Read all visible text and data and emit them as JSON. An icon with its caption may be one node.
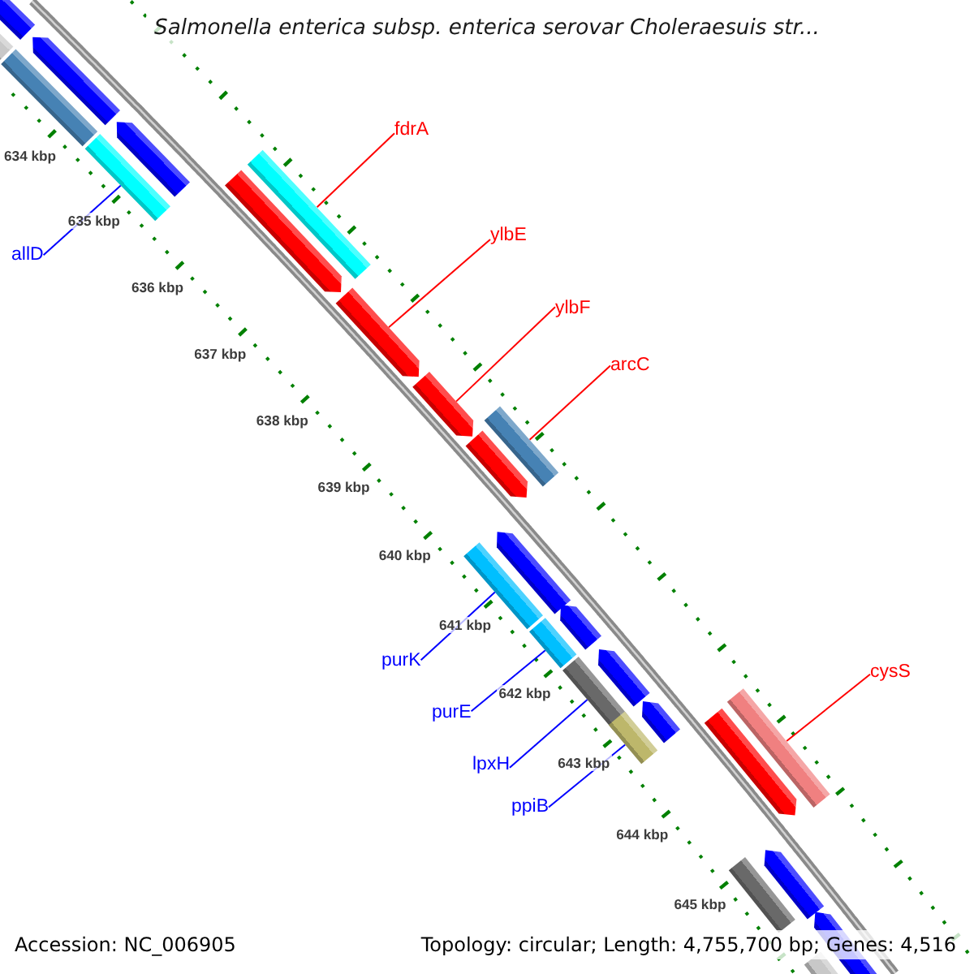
{
  "diagram": {
    "title": "Salmonella enterica subsp. enterica serovar Choleraesuis str...",
    "nodes": [
      {
        "text": [
          "fdrA"
        ]
      },
      {
        "text": [
          "ylbE"
        ]
      },
      {
        "text": [
          "allD"
        ]
      },
      {
        "text": [
          "ylbF"
        ]
      },
      {
        "text": [
          "arcC"
        ]
      },
      {
        "text": [
          "purK"
        ]
      },
      {
        "text": [
          "cysS"
        ]
      },
      {
        "text": [
          "purE"
        ]
      },
      {
        "text": [
          "lpxH"
        ]
      },
      {
        "text": [
          "ppiB"
        ]
      },
      {
        "text": [],
        "shape": "arrow"
      },
      {
        "text": [],
        "shape": "bar"
      },
      {
        "text": [],
        "shape": "bar"
      },
      {
        "text": [],
        "shape": "arrow"
      },
      {
        "text": [],
        "shape": "bar"
      },
      {
        "text": [],
        "shape": "arrow"
      },
      {
        "text": [],
        "shape": "arrow"
      },
      {
        "text": [],
        "shape": "bar"
      },
      {
        "text": [],
        "shape": "arrow"
      },
      {
        "text": [],
        "shape": "arrow"
      },
      {
        "text": [],
        "shape": "bar"
      },
      {
        "text": [],
        "shape": "arrow"
      },
      {
        "text": [],
        "shape": "bar"
      },
      {
        "text": [],
        "shape": "arrow"
      },
      {
        "text": [],
        "shape": "bar"
      },
      {
        "text": [],
        "shape": "arrow"
      },
      {
        "text": [],
        "shape": "bar"
      },
      {
        "text": [],
        "shape": "arrow"
      },
      {
        "text": [],
        "shape": "bar"
      },
      {
        "text": [],
        "shape": "arrow"
      },
      {
        "text": [],
        "shape": "arrow"
      },
      {
        "text": [],
        "shape": "bar"
      },
      {
        "text": [],
        "shape": "bar"
      },
      {
        "text": [],
        "shape": "arrow"
      },
      {
        "text": [],
        "shape": "arrow"
      },
      {
        "text": [],
        "shape": "bar"
      }
    ],
    "edges": [
      {
        "from": 0,
        "to": 17,
        "arrow": "none",
        "color": "#ff0000"
      },
      {
        "from": 1,
        "to": 18,
        "arrow": "none",
        "color": "#ff0000"
      },
      {
        "from": 2,
        "to": 14,
        "arrow": "none",
        "color": "#0000ff"
      },
      {
        "from": 3,
        "to": 19,
        "arrow": "none",
        "color": "#ff0000"
      },
      {
        "from": 4,
        "to": 20,
        "arrow": "none",
        "color": "#ff0000"
      },
      {
        "from": 5,
        "to": 22,
        "arrow": "none",
        "color": "#0000ff"
      },
      {
        "from": 6,
        "to": 31,
        "arrow": "none",
        "color": "#ff0000"
      },
      {
        "from": 7,
        "to": 24,
        "arrow": "none",
        "color": "#0000ff"
      },
      {
        "from": 8,
        "to": 26,
        "arrow": "none",
        "color": "#0000ff"
      },
      {
        "from": 9,
        "to": 28,
        "arrow": "none",
        "color": "#0000ff"
      }
    ],
    "labels": [
      "634 kbp",
      "635 kbp",
      "636 kbp",
      "637 kbp",
      "638 kbp",
      "639 kbp",
      "640 kbp",
      "641 kbp",
      "642 kbp",
      "643 kbp",
      "644 kbp",
      "645 kbp",
      "Accession: NC_006905",
      "Topology: circular; Length: 4,755,700 bp; Genes: 4,516"
    ]
  }
}
